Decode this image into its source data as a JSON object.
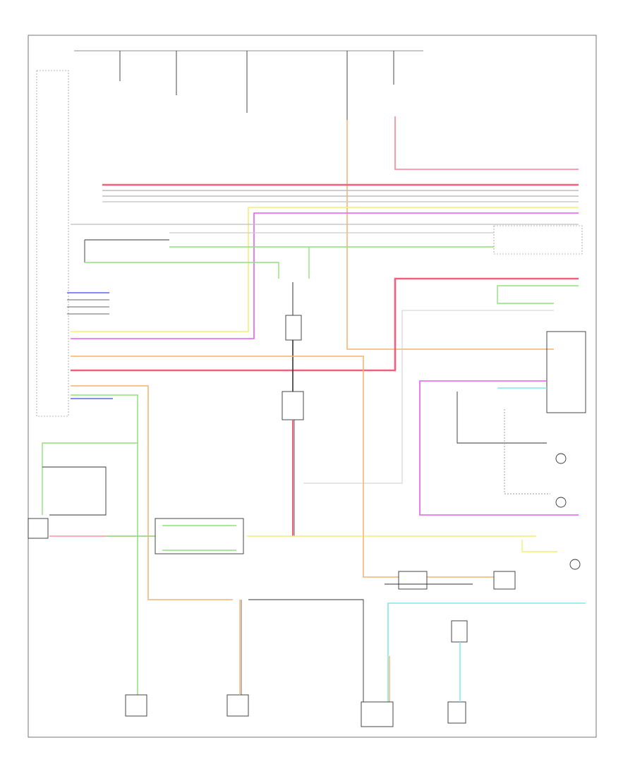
{
  "diagram": {
    "title": "",
    "footer_code": "",
    "wire_colors": {
      "red": "#f2607e",
      "pink": "#ff8fa3",
      "yellow": "#f2ef74",
      "green": "#8fe07e",
      "orange": "#f5b26b",
      "magenta": "#e65cf0",
      "cyan": "#7ee8ef",
      "blue": "#5c67f0",
      "gray": "#bdbdbd",
      "black": "#333333"
    },
    "components": [
      {
        "id": "body-ecm",
        "label": ""
      },
      {
        "id": "left-door-motor",
        "label": ""
      },
      {
        "id": "right-door-switch",
        "label": ""
      },
      {
        "id": "rear-door-switch",
        "label": ""
      },
      {
        "id": "mode-lamp-1",
        "label": ""
      },
      {
        "id": "mode-lamp-2",
        "label": ""
      }
    ],
    "legend_notes": [
      "",
      ""
    ]
  }
}
